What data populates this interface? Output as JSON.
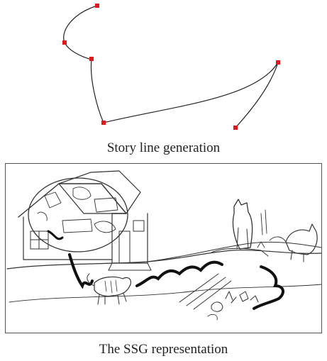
{
  "figure": {
    "top_caption": "Story line generation",
    "bottom_caption": "The SSG representation",
    "control_point_color": "#e01818",
    "curve_color": "#222222",
    "storyline_points": [
      "p1",
      "p2",
      "p3",
      "p4",
      "p5",
      "p6"
    ]
  }
}
